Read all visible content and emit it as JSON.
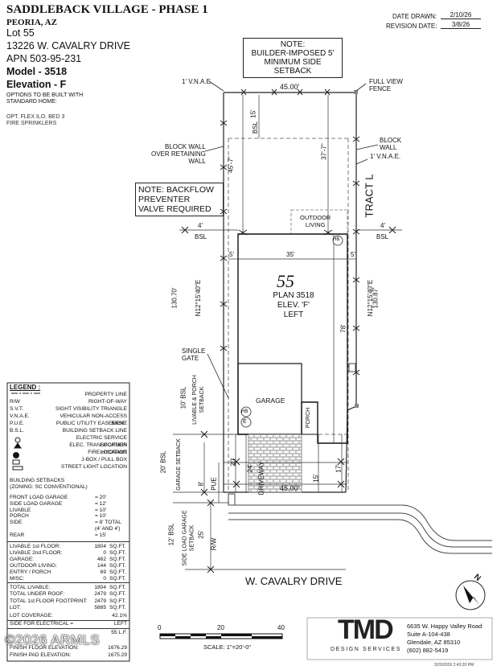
{
  "header": {
    "project": "SADDLEBACK VILLAGE - PHASE 1",
    "city": "PEORIA, AZ",
    "lot": "Lot  55",
    "address": "13226 W. CAVALRY DRIVE",
    "apn": "APN  503-95-231",
    "model": "Model - 3518",
    "elevation": "Elevation - F",
    "options_title_1": "OPTIONS TO BE BUILT WITH",
    "options_title_2": "STANDARD HOME:",
    "option_1": "OPT. FLEX ILO. BED 3",
    "option_2": "FIRE SPRINKLERS"
  },
  "dates": {
    "drawn_label": "DATE DRAWN:",
    "drawn_value": "2/10/26",
    "revision_label": "REVISION DATE:",
    "revision_value": "3/8/26"
  },
  "notes": {
    "setback_1": "NOTE:",
    "setback_2": "BUILDER-IMPOSED 5'",
    "setback_3": "MINIMUM SIDE SETBACK",
    "backflow_1": "NOTE: BACKFLOW",
    "backflow_2": "PREVENTER",
    "backflow_3": "VALVE REQUIRED"
  },
  "plan": {
    "vnae_top": "1' V.N.A.E.",
    "top_width": "45.00'",
    "full_view_1": "FULL VIEW",
    "full_view_2": "FENCE",
    "rear_setback": "15'",
    "bsl": "BSL",
    "block_wall_l1": "BLOCK WALL",
    "block_wall_l2": "OVER RETAINING",
    "block_wall_l3": "WALL",
    "block_wall_r1": "BLOCK",
    "block_wall_r2": "WALL",
    "vnae_right": "1' V.N.A.E.",
    "dim_left_top": "45'-7\"",
    "dim_right_top": "37'-7\"",
    "tract": "TRACT L",
    "outdoor_1": "OUTDOOR",
    "outdoor_2": "LIVING",
    "side_left": "4'",
    "side_right": "4'",
    "bsl_left": "BSL",
    "bsl_right": "BSL",
    "five_left": "5'",
    "five_right": "5'",
    "house_width": "35'",
    "lot_number": "55",
    "plan_name": "PLAN 3518",
    "plan_elev": "ELEV. 'F'",
    "plan_hand": "LEFT",
    "house_depth": "78'",
    "left_bearing": "N12°15'40\"E",
    "left_length": "130.70'",
    "right_bearing": "N12°15'40\"E",
    "right_length": "130.87'",
    "single_gate_1": "SINGLE",
    "single_gate_2": "GATE",
    "ten_bsl": "10' BSL",
    "livable_setback_1": "LIVABLE & PORCH",
    "livable_setback_2": "SETBACK",
    "garage": "GARAGE",
    "porch": "PORCH",
    "hb": "HB",
    "e": "E",
    "twenty_bsl": "20' BSL",
    "garage_setback": "GARAGE SETBACK",
    "dim_20": "20'",
    "dim_24": "24'",
    "dim_15": "15'",
    "dim_17": "17'",
    "dim_8": "8'",
    "pue": "PUE",
    "driveway": "DRIVEWAY",
    "bottom_width": "45.00'",
    "twelve_bsl": "12' BSL",
    "side_load_1": "SIDE LOAD GARAGE",
    "side_load_2": "SETBACK",
    "dim_25": "25'",
    "rw": "R/W",
    "street": "W. CAVALRY DRIVE"
  },
  "legend": {
    "title": "LEGEND :",
    "items": [
      [
        "",
        "PROPERTY LINE"
      ],
      [
        "R/W",
        "RIGHT-OF-WAY"
      ],
      [
        "S.V.T.",
        "SIGHT VISIBILITY TRIANGLE"
      ],
      [
        "V.N.A.E.",
        "VEHICULAR NON-ACCESS EASE."
      ],
      [
        "P.U.E.",
        "PUBLIC UTILITY EASEMENT"
      ],
      [
        "B.S.L.",
        "BUILDING SETBACK LINE"
      ],
      [
        "",
        "ELECTRIC SERVICE LOCATION"
      ],
      [
        "",
        "ELEC. TRANSFORMER LOCATION"
      ],
      [
        "",
        "FIRE HYDRANT"
      ],
      [
        "",
        "J-BOX / PULL BOX"
      ],
      [
        "",
        "STREET LIGHT LOCATION"
      ]
    ]
  },
  "setbacks": {
    "title_1": "BUILDING SETBACKS",
    "title_2": "(ZONING: SC CONVENTIONAL)",
    "rows": [
      [
        "FRONT LOAD GARAGE",
        "= 20'"
      ],
      [
        "SIDE LOAD GARAGE",
        "= 12'"
      ],
      [
        "LIVABLE",
        "= 10'"
      ],
      [
        "PORCH",
        "= 10'"
      ],
      [
        "SIDE",
        "= 8' TOTAL"
      ],
      [
        "",
        "(4' AND 4')"
      ],
      [
        "REAR",
        "= 15'"
      ]
    ]
  },
  "areas": {
    "rows": [
      [
        "LIVABLE 1st FLOOR:",
        "1804",
        "SQ.FT."
      ],
      [
        "LIVABLE 2nd FLOOR:",
        "0",
        "SQ.FT."
      ],
      [
        "GARAGE:",
        "462",
        "SQ.FT."
      ],
      [
        "OUTDOOR LIVING:",
        "144",
        "SQ.FT."
      ],
      [
        "ENTRY / PORCH",
        "69",
        "SQ.FT."
      ],
      [
        "MISC:",
        "0",
        "SQ.FT."
      ]
    ],
    "totals": [
      [
        "TOTAL LIVABLE:",
        "1804",
        "SQ.FT."
      ],
      [
        "TOTAL UNDER ROOF:",
        "2479",
        "SQ.FT."
      ],
      [
        "TOTAL 1st FLOOR FOOTPRINT:",
        "2479",
        "SQ.FT."
      ],
      [
        "LOT:",
        "5885",
        "SQ.FT."
      ]
    ],
    "coverage_label": "LOT COVERAGE:",
    "coverage_value": "42.1%",
    "electrical_label": "SIDE FOR ELECTRICAL =",
    "electrical_value": "LEFT",
    "wall_label": "",
    "wall_value": "55 L.F.",
    "floor_label": "FINISH FLOOR ELEVATION:",
    "floor_value": "1676.29",
    "pad_label": "FINISH PAD ELEVATION:",
    "pad_value": "1675.29"
  },
  "scale": {
    "t0": "0",
    "t20": "20",
    "t40": "40",
    "label": "SCALE:  1\"=20'-0\""
  },
  "company": {
    "logo": "TMD",
    "sub": "DESIGN SERVICES",
    "addr1": "6635 W. Happy Valley Road",
    "addr2": "Suite A-104-438",
    "addr3": "Glendale, AZ 85310",
    "phone": "(602) 882-5419"
  },
  "footer": {
    "timestamp": "3/20/2026 2:43:20 PM",
    "watermark": "©2026 ARMLS"
  }
}
